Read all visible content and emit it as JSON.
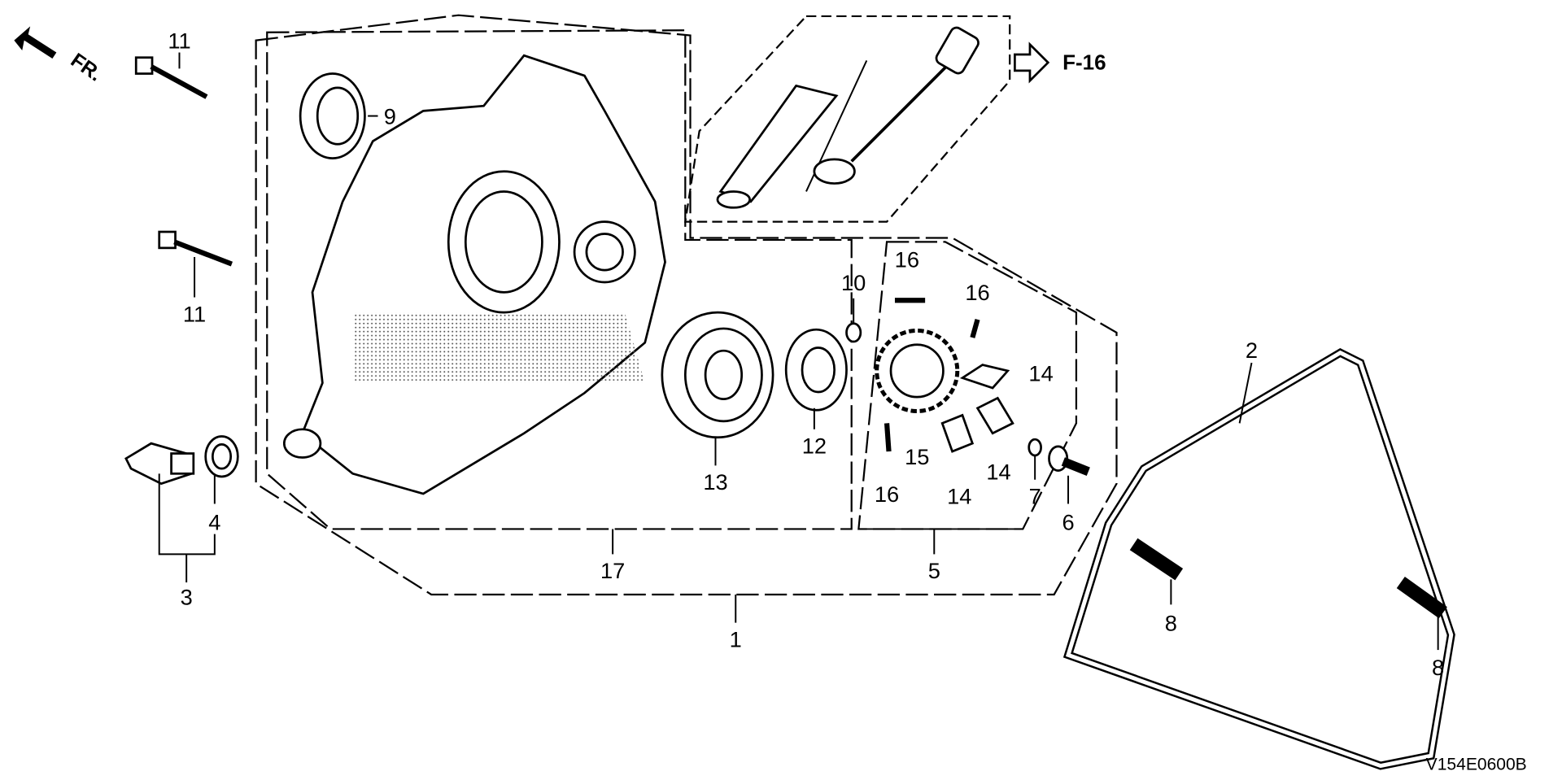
{
  "diagram": {
    "reference_code": "V154E0600B",
    "front_marker": "FR.",
    "cross_reference": "F-16",
    "callouts": [
      "11",
      "9",
      "11",
      "10",
      "16",
      "16",
      "14",
      "15",
      "16",
      "14",
      "14",
      "7",
      "6",
      "2",
      "13",
      "12",
      "4",
      "3",
      "17",
      "5",
      "1",
      "8",
      "8"
    ]
  }
}
